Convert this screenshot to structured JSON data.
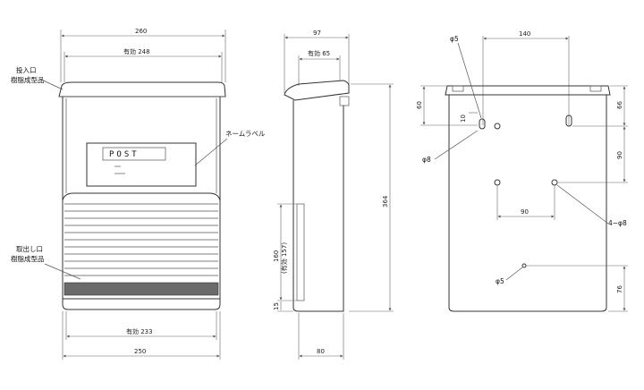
{
  "front": {
    "dim_top_outer": "260",
    "dim_top_inner": "有効  248",
    "dim_bottom_inner": "有効  233",
    "dim_bottom_outer": "250",
    "label_slot_1": "投入口",
    "label_slot_2": "樹脂成型品",
    "label_nameplate": "ネームラベル",
    "label_outlet_1": "取出し口",
    "label_outlet_2": "樹脂成型品",
    "nameplate_text": "POST"
  },
  "side": {
    "dim_top_outer": "97",
    "dim_top_inner": "有効  65",
    "dim_height": "364",
    "dim_door_height": "160",
    "dim_door_effective": "(有効 157)",
    "dim_bottom_offset": "15",
    "dim_bottom_depth": "80"
  },
  "back": {
    "dim_hole_spacing_top": "140",
    "label_phi5_top": "φ5",
    "dim_left_60": "60",
    "dim_small_10": "10",
    "label_phi8_left": "φ8",
    "dim_right_66": "66",
    "dim_right_90": "90",
    "dim_center_90": "90",
    "label_4phi8": "4−φ8",
    "label_phi5_bottom": "φ5",
    "dim_right_76": "76"
  }
}
